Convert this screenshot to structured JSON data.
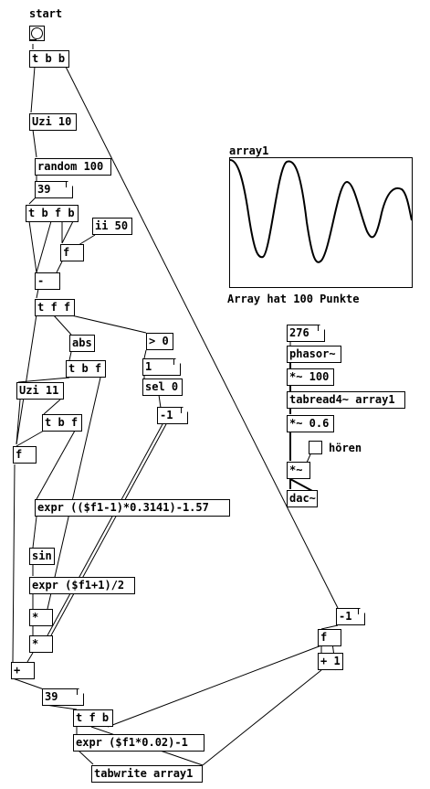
{
  "patch": {
    "start_label": "start",
    "array_name": "array1",
    "array_caption": "Array hat 100 Punkte",
    "hoeren_label": "hören"
  },
  "objects": {
    "t_b_b_top": "t b b",
    "uzi_10": "Uzi 10",
    "random_100": "random 100",
    "t_b_f_b": "t b f b",
    "ii_50": "ii 50",
    "f_1": "f",
    "minus": "-",
    "t_f_f": "t f f",
    "gt_0": "> 0",
    "abs": "abs",
    "t_b_f": "t b f",
    "sel_0": "sel 0",
    "uzi_11": "Uzi 11",
    "t_b_f_2": "t b f",
    "f_2": "f",
    "expr_1": "expr (($f1-1)*0.3141)-1.57",
    "sin": "sin",
    "expr_2": "expr ($f1+1)/2",
    "mul_1": "*",
    "mul_2": "*",
    "plus": "+",
    "t_f_b": "t f b",
    "expr_3": "expr ($f1*0.02)-1",
    "tabwrite": "tabwrite array1",
    "phasor": "phasor~",
    "mul_100": "*~ 100",
    "tabread4": "tabread4~ array1",
    "mul_06": "*~ 0.6",
    "mul_sig": "*~",
    "dac": "dac~",
    "f_3": "f",
    "plus_1": "+ 1"
  },
  "messages": {
    "num_39_a": "39",
    "msg_1": "1",
    "num_neg1_a": "-1",
    "num_39_b": "39",
    "num_276": "276",
    "num_neg1_b": "-1"
  },
  "icons": {
    "bang": "bang-icon",
    "toggle": "toggle-icon"
  }
}
